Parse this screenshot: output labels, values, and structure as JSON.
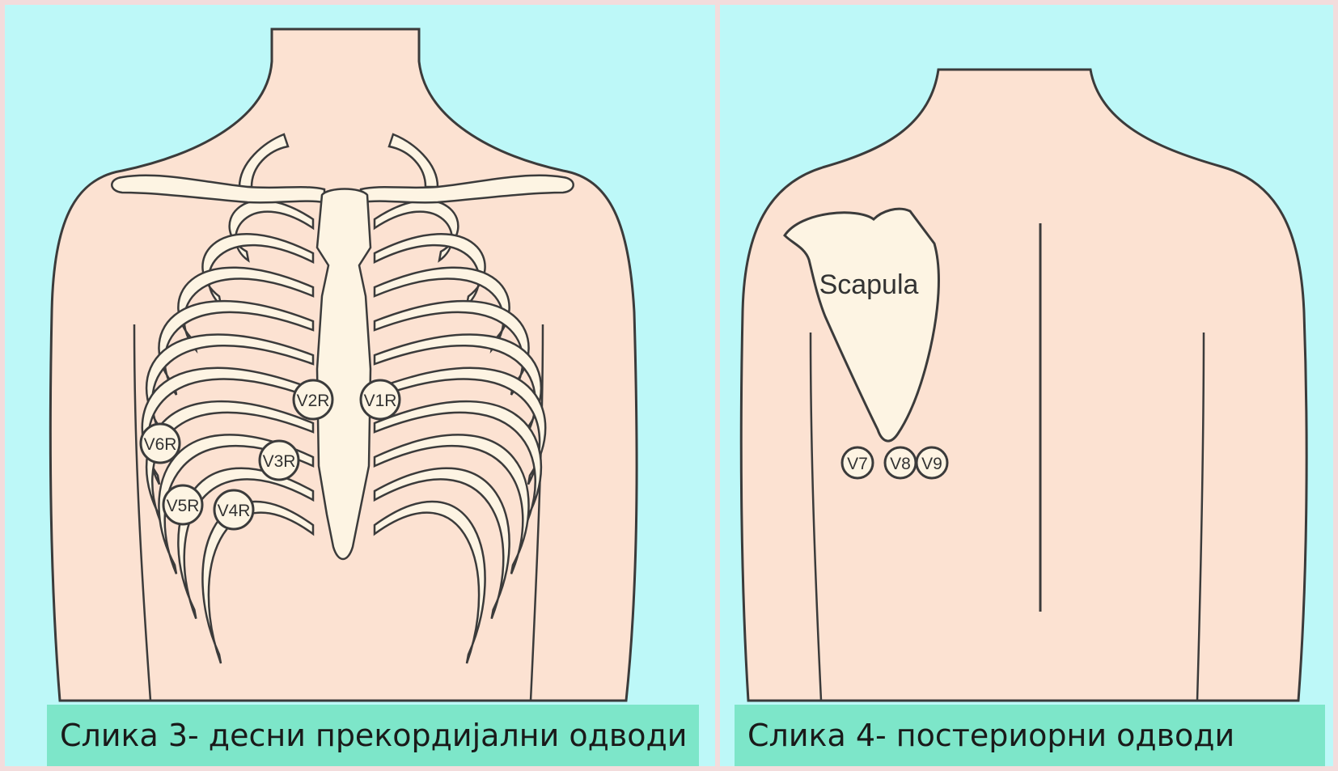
{
  "colors": {
    "border": "#f3dcdc",
    "background": "#bdf8f8",
    "skin": "#fce2d2",
    "bone": "#fdf4e3",
    "caption_bg": "#7de6c9",
    "outline": "#3b3b3b"
  },
  "figure3": {
    "caption": "Слика 3- десни прекордијални одводи",
    "leads": [
      "V1R",
      "V2R",
      "V3R",
      "V4R",
      "V5R",
      "V6R"
    ]
  },
  "figure4": {
    "caption": "Слика 4- постериорни одводи",
    "scapula_label": "Scapula",
    "leads": [
      "V7",
      "V8",
      "V9"
    ]
  }
}
